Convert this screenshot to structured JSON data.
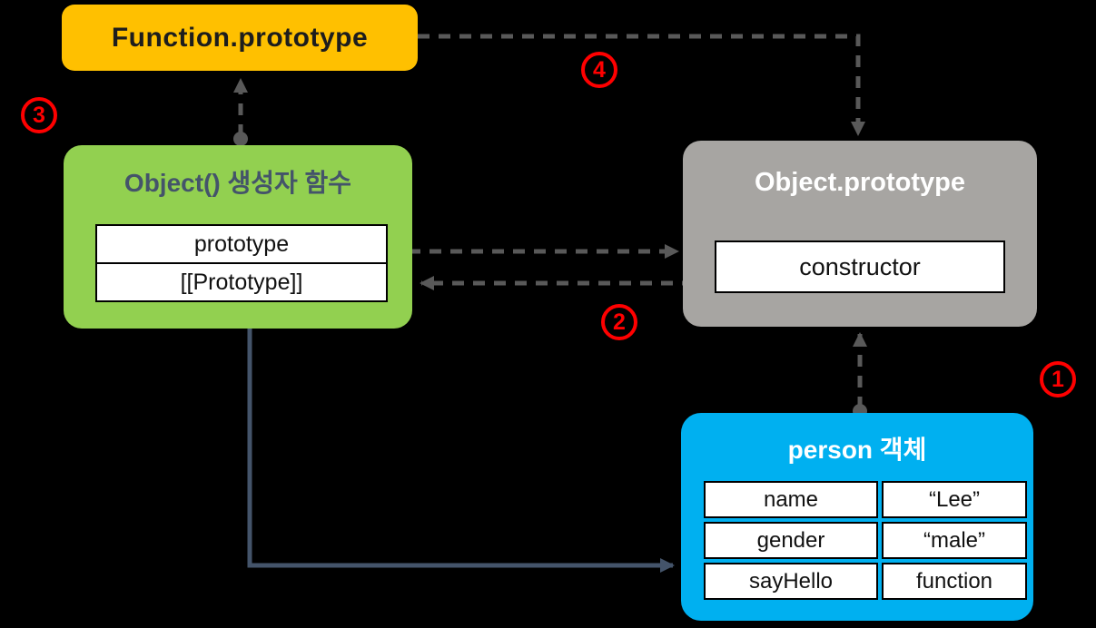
{
  "colors": {
    "background": "#000000",
    "yellow": "#FFC000",
    "green": "#92D050",
    "gray": "#A7A5A2",
    "blue": "#00B0F0",
    "slate": "#44546A",
    "slate-arrow": "#44546A",
    "arrow": "#595959",
    "red": "#FF0000"
  },
  "boxes": {
    "function_prototype": {
      "title": "Function.prototype"
    },
    "object_constructor": {
      "title": "Object() 생성자 함수",
      "rows": [
        "prototype",
        "[[Prototype]]"
      ]
    },
    "object_prototype": {
      "title": "Object.prototype",
      "member": "constructor"
    },
    "person": {
      "title": "person 객체",
      "rows": [
        {
          "key": "name",
          "value": "“Lee”"
        },
        {
          "key": "gender",
          "value": "“male”"
        },
        {
          "key": "sayHello",
          "value": "function"
        }
      ]
    }
  },
  "badges": [
    {
      "label": "1"
    },
    {
      "label": "2"
    },
    {
      "label": "3"
    },
    {
      "label": "4"
    }
  ]
}
